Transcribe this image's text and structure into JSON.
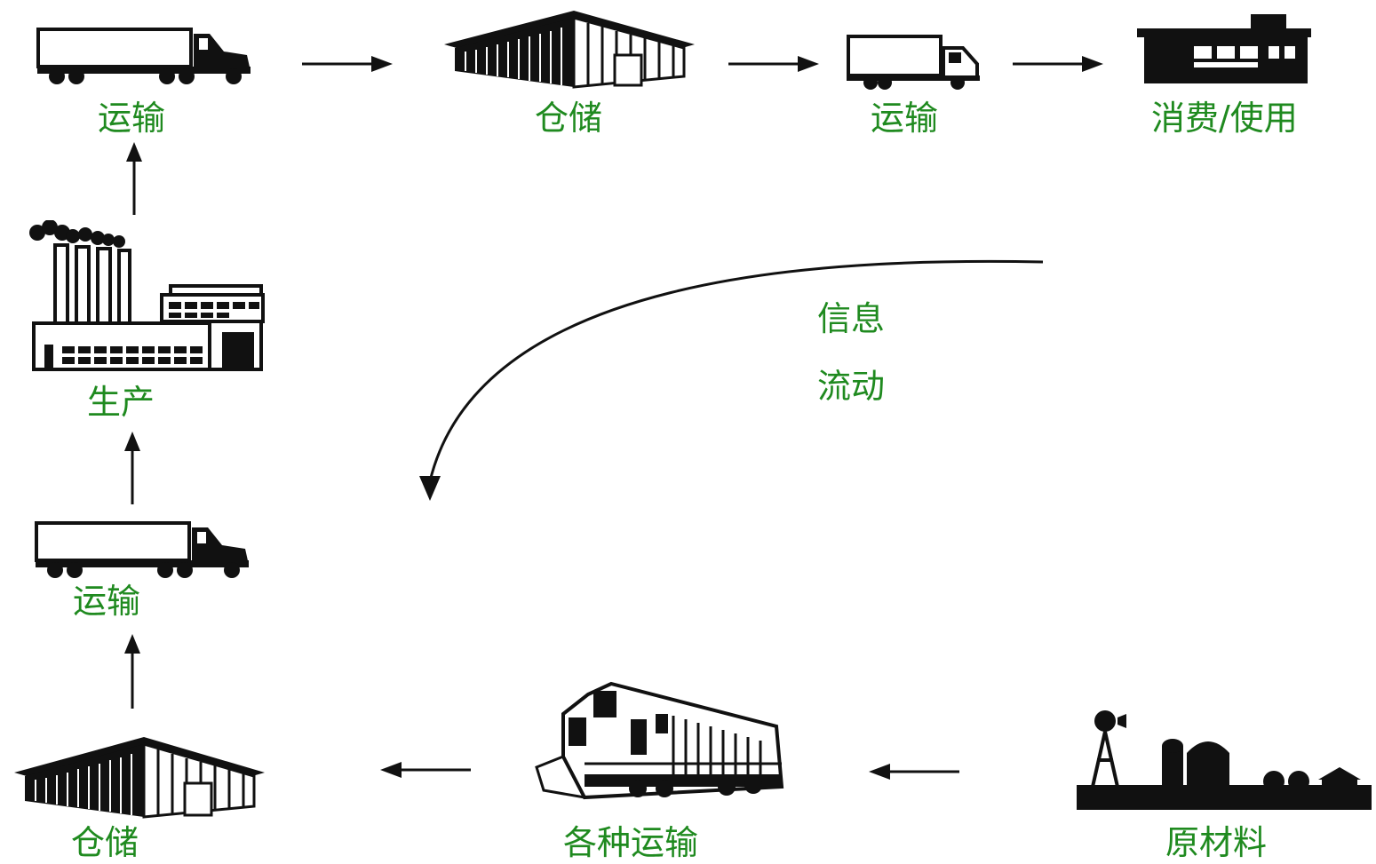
{
  "nodes": {
    "transport_top_left": {
      "label": "运输",
      "icon": "semi-truck-icon"
    },
    "warehouse_top": {
      "label": "仓储",
      "icon": "warehouse-icon"
    },
    "transport_top_right": {
      "label": "运输",
      "icon": "box-truck-icon"
    },
    "consumption": {
      "label": "消费/使用",
      "icon": "store-icon"
    },
    "production": {
      "label": "生产",
      "icon": "factory-icon"
    },
    "transport_mid_left": {
      "label": "运输",
      "icon": "semi-truck-icon"
    },
    "warehouse_bottom": {
      "label": "仓储",
      "icon": "warehouse-icon"
    },
    "multimodal_transport": {
      "label": "各种运输",
      "icon": "locomotive-icon"
    },
    "raw_materials": {
      "label": "原材料",
      "icon": "farm-icon"
    }
  },
  "info_flow": {
    "line1": "信息",
    "line2": "流动"
  },
  "colors": {
    "label": "#1f8a1f",
    "ink": "#111111"
  }
}
